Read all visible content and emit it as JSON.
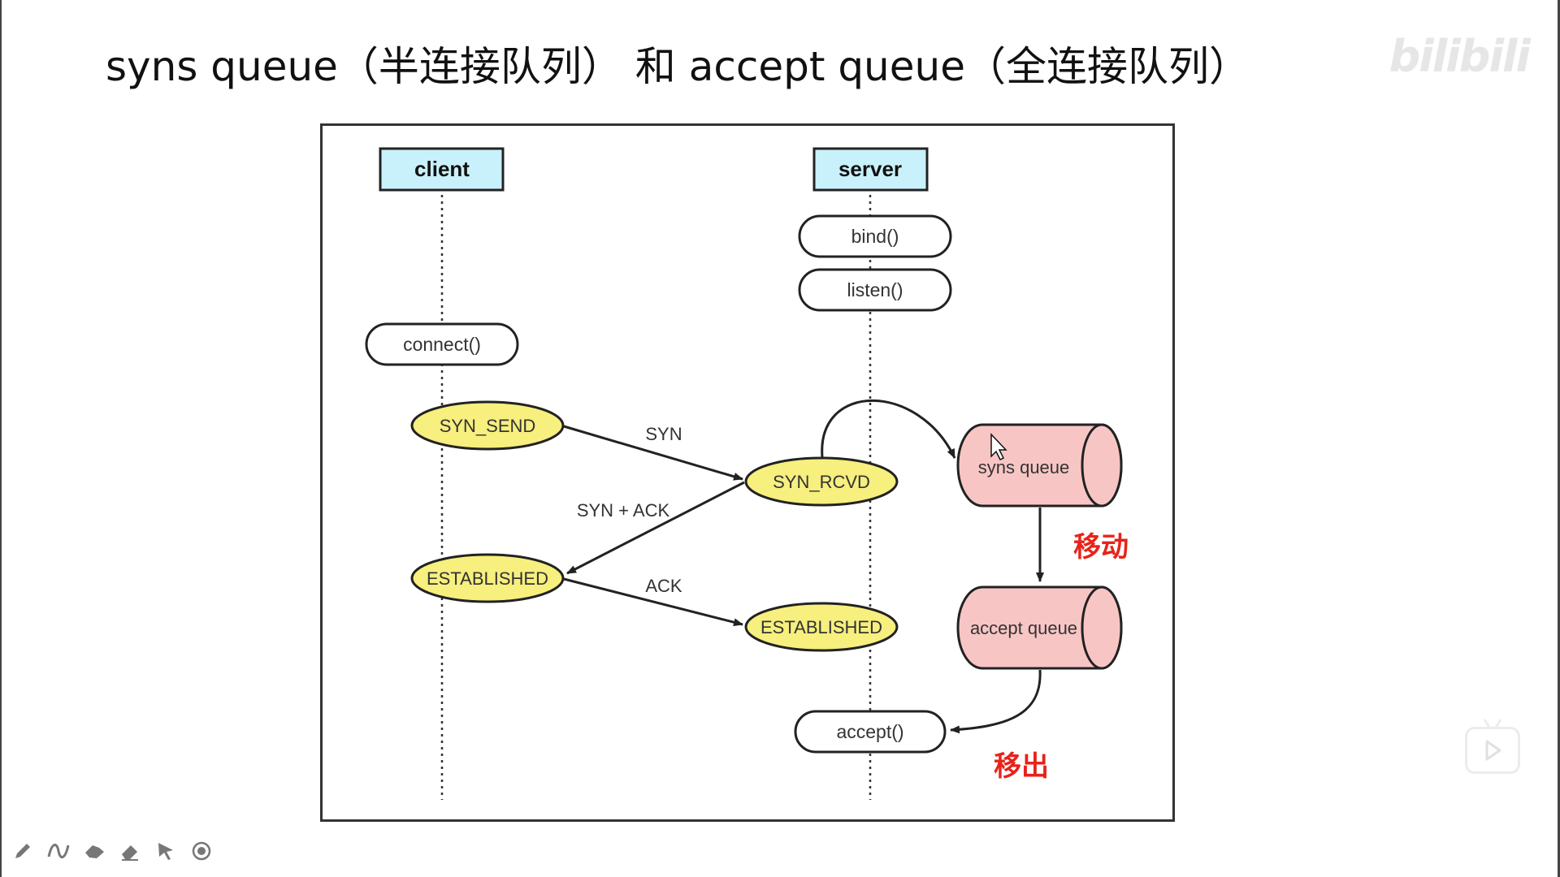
{
  "slide": {
    "title": "syns queue（半连接队列） 和 accept queue（全连接队列）",
    "watermark": "bilibili"
  },
  "diagram": {
    "lifelines": {
      "client": "client",
      "server": "server"
    },
    "calls": {
      "bind": "bind()",
      "listen": "listen()",
      "connect": "connect()",
      "accept": "accept()"
    },
    "states": {
      "client_syn_send": "SYN_SEND",
      "server_syn_rcvd": "SYN_RCVD",
      "client_established": "ESTABLISHED",
      "server_established": "ESTABLISHED"
    },
    "messages": {
      "syn": "SYN",
      "syn_ack": "SYN + ACK",
      "ack": "ACK"
    },
    "queues": {
      "syns": "syns queue",
      "accept": "accept queue"
    },
    "annotations": {
      "move": "移动",
      "move_out": "移出"
    }
  },
  "colors": {
    "lifeline_header_fill": "#c9f1fb",
    "state_fill": "#f7ef7e",
    "queue_fill": "#f8c5c5",
    "annotation_red": "#e8231a"
  },
  "toolbar": {
    "icons": [
      "pen-icon",
      "curve-icon",
      "highlighter-icon",
      "eraser-icon",
      "pointer-icon",
      "record-icon"
    ]
  },
  "player": {
    "icon": "play-icon"
  }
}
